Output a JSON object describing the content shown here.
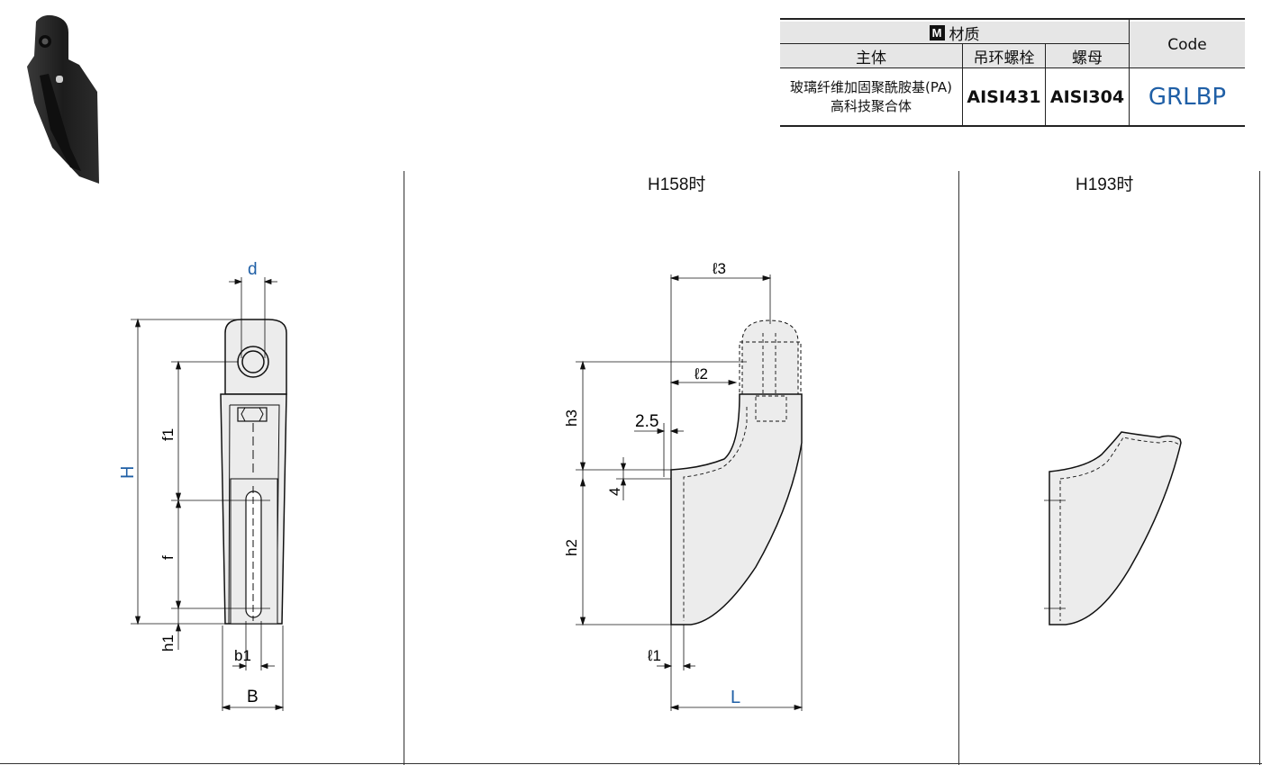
{
  "spec_table": {
    "material_header": "材质",
    "material_badge": "M",
    "body_header": "主体",
    "eyebolt_header": "吊环螺栓",
    "nut_header": "螺母",
    "code_header": "Code",
    "body_material_line1": "玻璃纤维加固聚酰胺基(PA)",
    "body_material_line2": "高科技聚合体",
    "eyebolt_material": "AISI431",
    "nut_material": "AISI304",
    "code_value": "GRLBP"
  },
  "panels": {
    "middle_title": "H158时",
    "right_title": "H193时"
  },
  "front_view": {
    "dim_d": "d",
    "dim_H": "H",
    "dim_f1": "f1",
    "dim_f": "f",
    "dim_h1": "h1",
    "dim_b1": "b1",
    "dim_B": "B"
  },
  "side_view": {
    "dim_l3": "ℓ3",
    "dim_l2": "ℓ2",
    "dim_h3": "h3",
    "dim_2_5": "2.5",
    "dim_4": "4",
    "dim_h2": "h2",
    "dim_l1": "ℓ1",
    "dim_L": "L"
  },
  "colors": {
    "accent_blue": "#1f5fa6",
    "part_fill": "#ececec",
    "header_fill": "#e6e6e6"
  },
  "icons": [
    "product-photo-icon"
  ]
}
